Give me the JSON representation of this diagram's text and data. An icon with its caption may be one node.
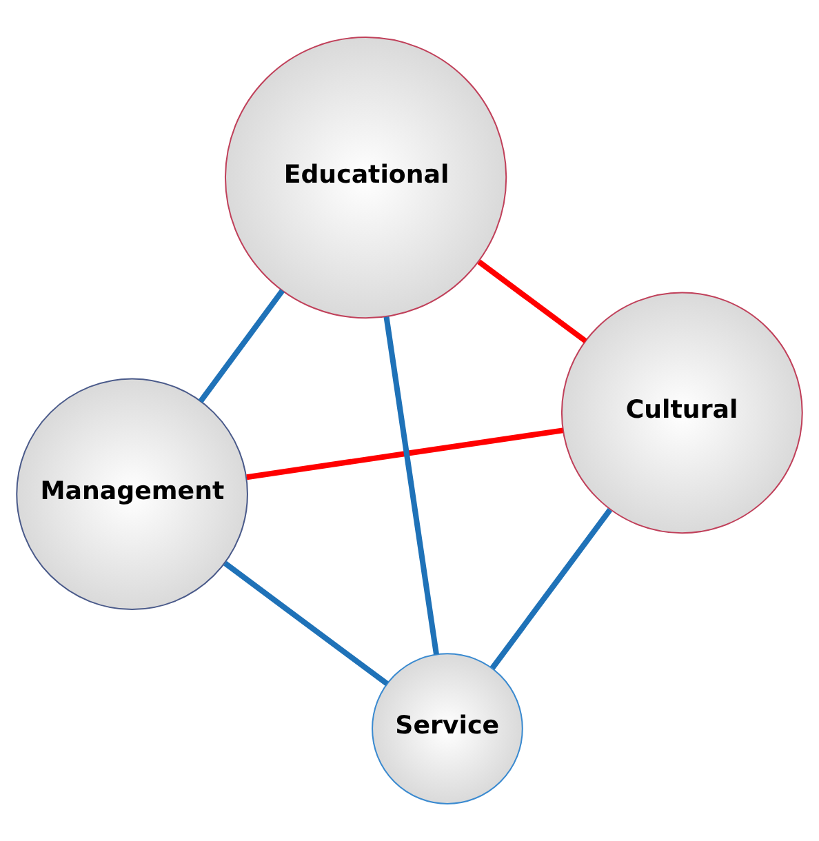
{
  "diagram": {
    "nodes": [
      {
        "text": [
          "Management"
        ]
      },
      {
        "text": [
          "Cultural"
        ]
      },
      {
        "text": [
          "Service"
        ]
      },
      {
        "text": [
          "Educational"
        ]
      }
    ],
    "edges": [
      {
        "from": 0,
        "to": 1,
        "arrow": "none",
        "color": "#ff0000"
      },
      {
        "from": 0,
        "to": 2,
        "arrow": "none"
      },
      {
        "from": 0,
        "to": 3,
        "arrow": "none"
      },
      {
        "from": 2,
        "to": 1,
        "arrow": "none"
      },
      {
        "from": 2,
        "to": 3,
        "arrow": "none"
      },
      {
        "from": 1,
        "to": 3,
        "arrow": "none",
        "color": "#ff0000"
      }
    ]
  }
}
